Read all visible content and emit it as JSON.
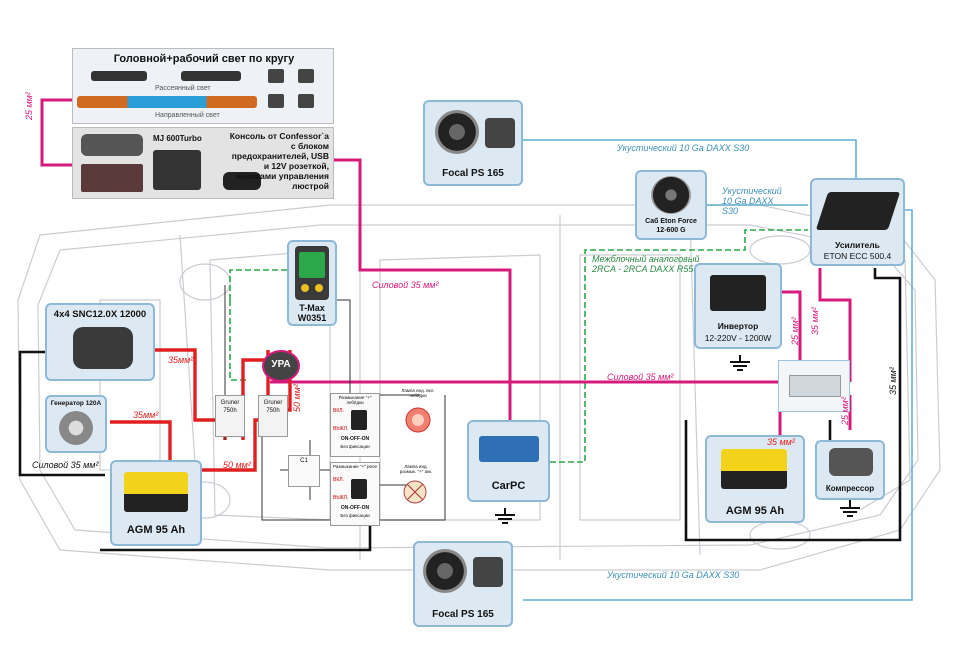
{
  "top_panel": {
    "title": "Головной+рабочий свет по кругу",
    "scatter_light": "Рассеянный свет",
    "directed_light": "Направленный свет"
  },
  "console": {
    "radio_label": "MJ 600Turbo",
    "text": "Консоль от Confessor`a с блоком предохранителей, USB и 12V розеткой, кнопками управления люстрой"
  },
  "components": {
    "focal_top": "Focal PS 165",
    "focal_bottom": "Focal PS 165",
    "sub_line1": "Саб Eton Force",
    "sub_line2": "12-600 G",
    "amp_line1": "Усилитель",
    "amp_line2": "ETON ECC 500.4",
    "tmax_line1": "T-Max",
    "tmax_line2": "W0351",
    "winch": "4x4 SNC12.0X 12000",
    "generator": "Генератор 120А",
    "battery_left": "AGM 95 Ah",
    "battery_right": "AGM 95 Ah",
    "inverter_line1": "Инвертор",
    "inverter_line2": "12-220V - 1200W",
    "compressor": "Компрессор",
    "carpc": "CarPC",
    "ura": "УРА",
    "relay1_line1": "Gruner",
    "relay1_line2": "750h",
    "relay2_line1": "Gruner",
    "relay2_line2": "750h",
    "capacitor": "C1"
  },
  "switches": {
    "sw1_title": "Размыкание \"+\" лебёдки",
    "sw1_on": "ВКЛ.",
    "sw1_off": "ВЫКЛ.",
    "sw1_mode": "ON-OFF-ON",
    "sw1_note": "Без фиксации",
    "sw2_title": "Размыкание \"+\" реле",
    "sw2_on": "ВКЛ.",
    "sw2_off": "ВЫКЛ.",
    "sw2_mode": "ON-OFF-ON",
    "sw2_note": "Без фиксации",
    "lamp1": "Лампа инд. вкл. лебёдки",
    "lamp2": "Лампа инд. размык. \"+\" акк."
  },
  "wires": {
    "power_35_vertical_top": "25 мм²",
    "power_35_center": "Силовой 35 мм²",
    "power_35_right": "Силовой 35 мм²",
    "power_35_left": "Силовой 35 мм²",
    "winch_35": "35мм²",
    "gen_35": "35мм²",
    "wire_50_a": "50 мм²",
    "wire_50_b": "50 мм²",
    "acoustic_top": "Укустический 10 Ga DAXX S30",
    "acoustic_sub": "Укустический 10 Ga DAXX S30",
    "acoustic_bottom": "Укустический 10 Ga DAXX S30",
    "interblock_line1": "Межблочный аналоговый",
    "interblock_line2": "2RCA - 2RCA DAXX R55",
    "inv_25": "25 мм²",
    "amp_35": "35 мм²",
    "batt_35": "35 мм²",
    "comp_25": "25 мм²",
    "right_35": "35 мм²"
  },
  "colors": {
    "power_magenta": "#d61a7b",
    "power_red": "#e02020",
    "acoustic_blue": "#5aaed1",
    "signal_green": "#2aa84a",
    "ground_black": "#111111",
    "box_fill": "#dce9f3",
    "box_border": "#8db8d6"
  }
}
